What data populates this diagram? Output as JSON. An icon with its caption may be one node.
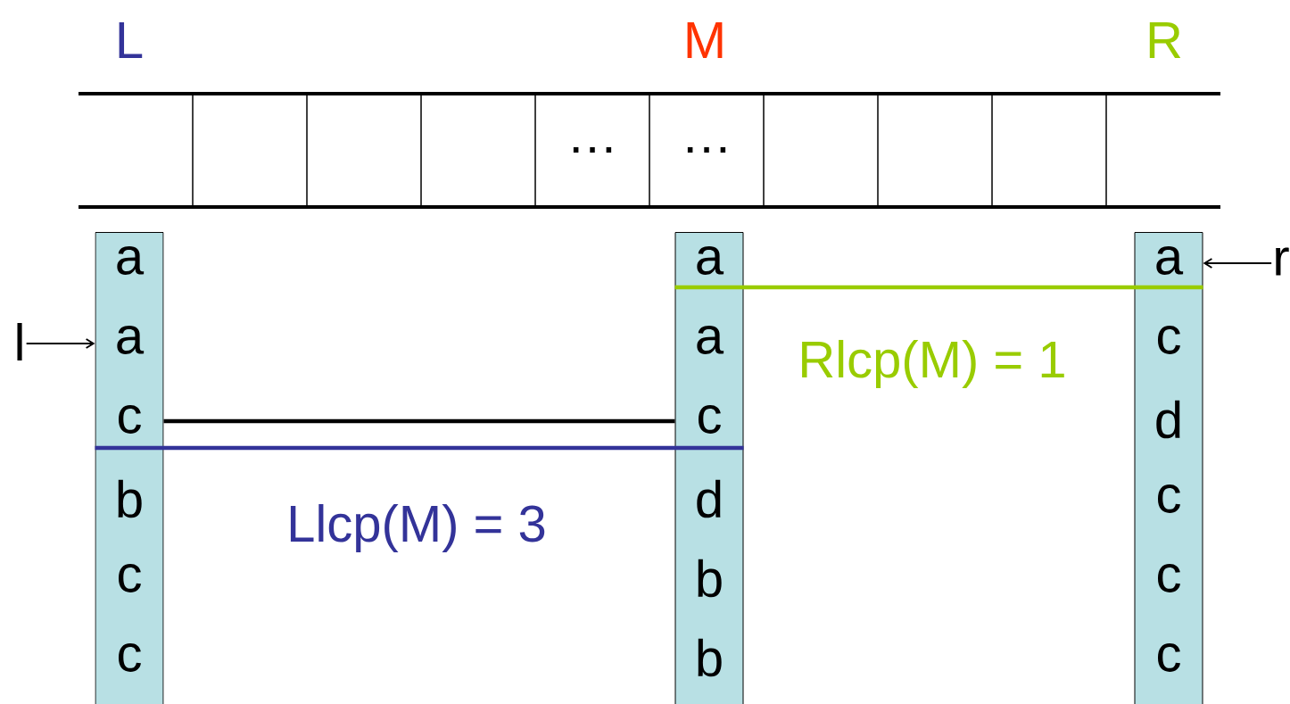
{
  "diagram": {
    "nodes": [
      {
        "text": [],
        "shape": "box"
      },
      {
        "text": [],
        "shape": "box"
      },
      {
        "text": [],
        "shape": "box"
      },
      {
        "text": [],
        "shape": "box"
      },
      {
        "text": [
          "…"
        ]
      },
      {
        "text": [
          "…"
        ]
      },
      {
        "text": [],
        "shape": "box"
      },
      {
        "text": [],
        "shape": "box"
      },
      {
        "text": [],
        "shape": "box"
      },
      {
        "text": [],
        "shape": "box"
      },
      {
        "text": [
          "a",
          "a",
          "c",
          "b",
          "c",
          "c"
        ]
      },
      {
        "text": [
          "a",
          "a",
          "c",
          "d",
          "b",
          "b"
        ]
      },
      {
        "text": [
          "a",
          "c",
          "d",
          "c",
          "c",
          "c"
        ]
      },
      {
        "text": [
          "l"
        ]
      },
      {
        "text": [
          "r"
        ]
      }
    ],
    "edges": [
      {
        "from": 13,
        "to": 10,
        "arrow": "to"
      },
      {
        "from": 14,
        "to": 12,
        "arrow": "to"
      },
      {
        "from": 10,
        "to": 11,
        "arrow": "none"
      },
      {
        "from": 10,
        "to": 11,
        "arrow": "none",
        "label": "Llcp(M) = 3",
        "color": "#333399"
      },
      {
        "from": 11,
        "to": 12,
        "arrow": "none",
        "label": "Rlcp(M) = 1",
        "color": "#99cc00"
      }
    ],
    "labels": [
      "L",
      "M",
      "R"
    ]
  }
}
